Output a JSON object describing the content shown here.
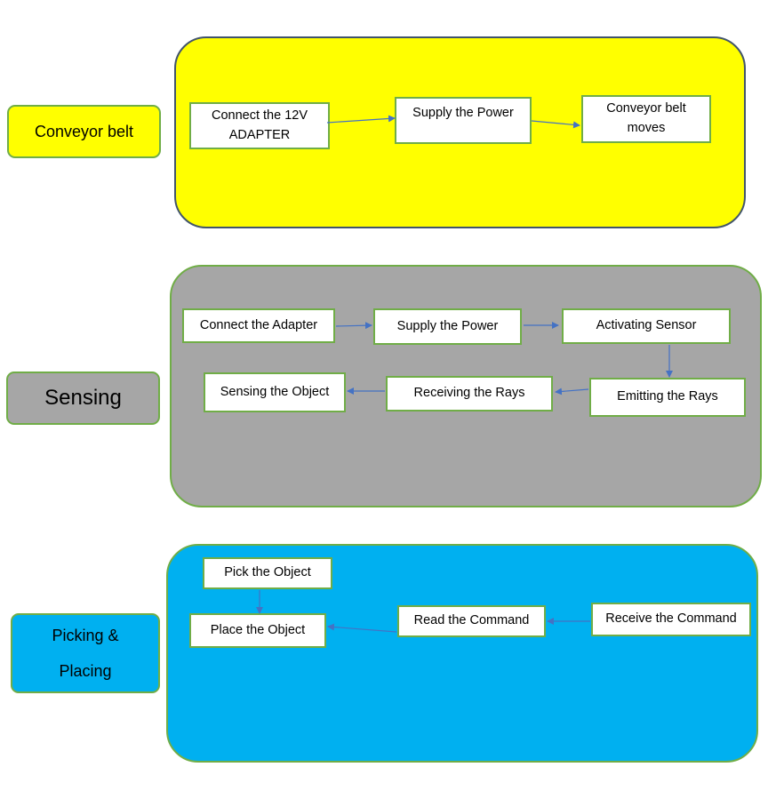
{
  "colors": {
    "conveyor_panel": "#ffff00",
    "sensing_panel": "#a6a6a6",
    "picking_panel": "#00b0f0",
    "box_border": "#70ad47",
    "arrow": "#4472c4"
  },
  "conveyor": {
    "label": "Conveyor belt",
    "steps": {
      "adapter": "Connect the 12V ADAPTER",
      "power": "Supply the Power",
      "moves": "Conveyor belt moves"
    }
  },
  "sensing": {
    "label": "Sensing",
    "steps": {
      "adapter": "Connect the Adapter",
      "power": "Supply the Power",
      "activate": "Activating Sensor",
      "emit": "Emitting the Rays",
      "receive": "Receiving the Rays",
      "sense": "Sensing the Object"
    }
  },
  "picking": {
    "label_line1": "Picking &",
    "label_line2": "Placing",
    "steps": {
      "receive_cmd": "Receive the Command",
      "read_cmd": "Read the Command",
      "place": "Place the Object",
      "pick": "Pick the Object"
    }
  }
}
